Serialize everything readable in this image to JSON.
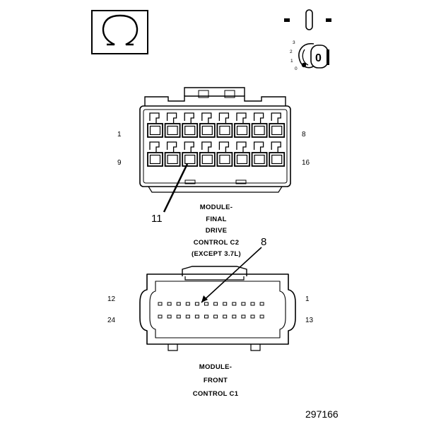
{
  "ignition_switch": {
    "positions": [
      "3",
      "2",
      "1",
      "0"
    ],
    "key_glyph": "0"
  },
  "connector_c2": {
    "caption_lines": [
      "MODULE-",
      "FINAL",
      "DRIVE",
      "CONTROL C2",
      "(EXCEPT 3.7L)"
    ],
    "pin_labels": {
      "top_left": "1",
      "top_right": "8",
      "bottom_left": "9",
      "bottom_right": "16"
    },
    "callout": "11"
  },
  "connector_c1": {
    "caption_lines": [
      "MODULE-",
      "FRONT",
      "CONTROL C1"
    ],
    "pin_labels": {
      "top_left": "12",
      "top_right": "1",
      "bottom_left": "24",
      "bottom_right": "13"
    },
    "callout": "8"
  },
  "figure_number": "297166",
  "icons": [
    "ohm-symbol-icon",
    "ignition-off-icon",
    "ignition-key-icon"
  ]
}
